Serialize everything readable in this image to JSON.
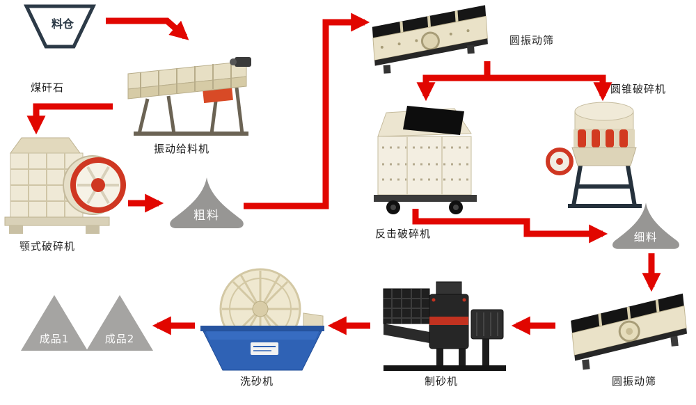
{
  "diagram": {
    "background": "#ffffff",
    "arrow_color": "#e10600",
    "pile_color": "#97969​4"
  },
  "nodes": {
    "silo": {
      "label": "料仓"
    },
    "raw_material": {
      "label": "煤矸石"
    },
    "vibrating_feeder": {
      "label": "振动给料机"
    },
    "jaw_crusher": {
      "label": "颚式破碎机"
    },
    "coarse_material": {
      "label": "粗料"
    },
    "vibrating_screen_top": {
      "label": "圆振动筛"
    },
    "impact_crusher": {
      "label": "反击破碎机"
    },
    "cone_crusher": {
      "label": "圆锥破碎机"
    },
    "fine_material": {
      "label": "细料"
    },
    "vibrating_screen_bottom": {
      "label": "圆振动筛"
    },
    "sand_maker": {
      "label": "制砂机"
    },
    "sand_washer": {
      "label": "洗砂机"
    },
    "product_1": {
      "label": "成品1"
    },
    "product_2": {
      "label": "成品2"
    }
  },
  "edges": [
    {
      "from": "silo",
      "to": "vibrating_feeder"
    },
    {
      "from": "vibrating_feeder",
      "to": "jaw_crusher"
    },
    {
      "from": "jaw_crusher",
      "to": "coarse_material"
    },
    {
      "from": "coarse_material",
      "to": "vibrating_screen_top"
    },
    {
      "from": "vibrating_screen_top",
      "to": "impact_crusher"
    },
    {
      "from": "vibrating_screen_top",
      "to": "cone_crusher"
    },
    {
      "from": "impact_crusher",
      "to": "fine_material"
    },
    {
      "from": "cone_crusher",
      "to": "fine_material"
    },
    {
      "from": "fine_material",
      "to": "vibrating_screen_bottom"
    },
    {
      "from": "vibrating_screen_bottom",
      "to": "sand_maker"
    },
    {
      "from": "sand_maker",
      "to": "sand_washer"
    },
    {
      "from": "sand_washer",
      "to": "product_2"
    }
  ]
}
